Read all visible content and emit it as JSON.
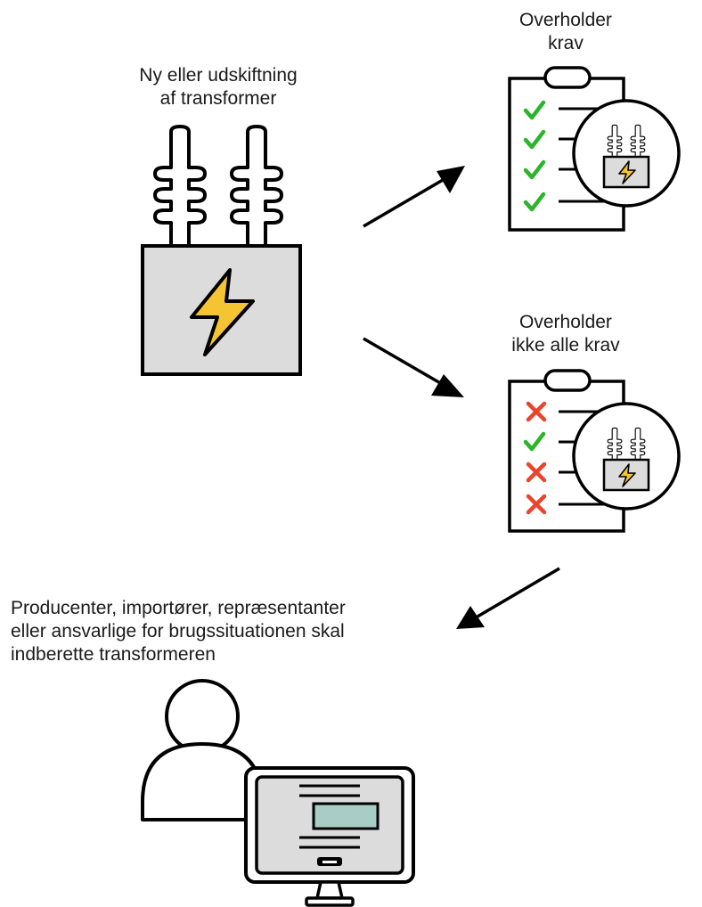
{
  "nodes": {
    "new_transformer": {
      "label_lines": [
        "Ny eller udskiftning",
        "af transformer"
      ],
      "icon": "transformer-icon"
    },
    "compliant": {
      "label_lines": [
        "Overholder",
        "krav"
      ],
      "icon": "checklist-icon",
      "marks": [
        "check",
        "check",
        "check",
        "check"
      ]
    },
    "non_compliant": {
      "label_lines": [
        "Overholder",
        "ikke alle krav"
      ],
      "icon": "checklist-icon",
      "marks": [
        "cross",
        "check",
        "cross",
        "cross"
      ]
    },
    "report": {
      "text_lines": [
        "Producenter, importører, repræsentanter",
        "eller ansvarlige for brugssituationen skal",
        "indberette transformeren"
      ],
      "icon": "person-computer-icon"
    }
  },
  "edges": [
    {
      "from": "new_transformer",
      "to": "compliant"
    },
    {
      "from": "new_transformer",
      "to": "non_compliant"
    },
    {
      "from": "non_compliant",
      "to": "report"
    }
  ],
  "colors": {
    "check": "#2ab52a",
    "cross": "#e8452c",
    "bolt": "#f5c433",
    "tank": "#dcdcdc",
    "screen": "#a7cdc4",
    "stroke": "#000000"
  }
}
